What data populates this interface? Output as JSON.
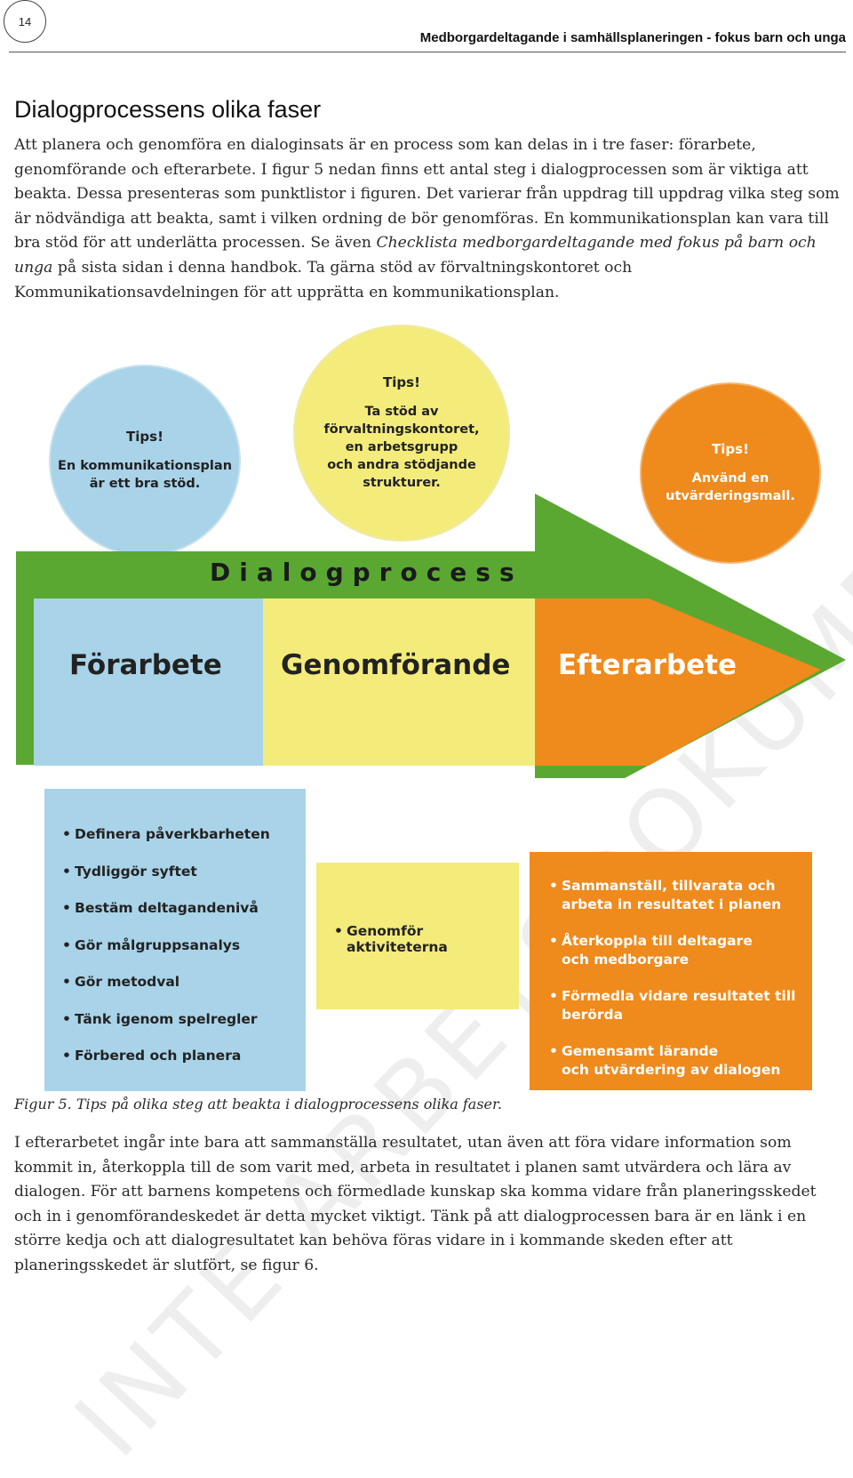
{
  "header": {
    "page_number": "14",
    "running_title": "Medborgardeltagande i samhällsplaneringen - fokus barn och unga"
  },
  "section": {
    "title": "Dialogprocessens olika faser"
  },
  "intro": {
    "text_a": "Att planera och genomföra en dialoginsats är en process som kan delas in i tre faser: förarbete, genomförande och efterarbete. I figur 5 nedan finns ett antal steg i dialogprocessen som är viktiga att beakta. Dessa presenteras som punktlistor i figuren. Det varierar från uppdrag till uppdrag vilka steg som är nödvändiga att beakta, samt i vilken ordning de bör genomföras. En kommunikationsplan kan vara till bra stöd för att underlätta processen. Se även ",
    "text_em": "Checklista medborgardeltagande med fokus på barn och unga",
    "text_b": " på sista sidan i denna handbok. Ta gärna stöd av förvaltningskontoret och Kommunikationsavdelningen för att upprätta en kommunikationsplan."
  },
  "figure": {
    "tips": [
      {
        "label": "Tips!",
        "text": "En kommunikationsplan\när ett bra stöd."
      },
      {
        "label": "Tips!",
        "text": "Ta stöd av\nförvaltningskontoret,\nen arbetsgrupp\noch andra stödjande\nstrukturer."
      },
      {
        "label": "Tips!",
        "text": "Använd en\nutvärderingsmall."
      }
    ],
    "process_title": "Dialogprocess",
    "phases": [
      "Förarbete",
      "Genomförande",
      "Efterarbete"
    ],
    "forarbete_steps": [
      "Definera påverkbarheten",
      "Tydliggör syftet",
      "Bestäm deltagandenivå",
      "Gör målgruppsanalys",
      "Gör metodval",
      "Tänk igenom spelregler",
      "Förbered och planera"
    ],
    "genomforande_steps": [
      "Genomför aktiviteterna"
    ],
    "efterarbete_steps": [
      "Sammanställ, tillvarata och\narbeta in resultatet i planen",
      "Återkoppla till deltagare\noch medborgare",
      "Förmedla vidare resultatet till\nberörda",
      "Gemensamt lärande\noch utvärdering av dialogen"
    ],
    "caption": "Figur 5. Tips på olika steg att beakta i dialogprocessens olika faser.",
    "watermark": "INTE ARBETSDOKUMENT",
    "colors": {
      "green": "#5aa832",
      "blue": "#a9d3e8",
      "yellow": "#f4ec7a",
      "orange": "#ef8a1c"
    }
  },
  "closing": {
    "text": "I efterarbetet ingår inte bara att sammanställa resultatet, utan även att föra vidare information som kommit in, återkoppla till de som varit med, arbeta in resultatet i planen samt utvärdera och lära av dialogen. För att barnens kompetens och förmedlade kunskap ska komma vidare från planeringsskedet och in i genomförandeskedet är detta mycket viktigt. Tänk på att dialogprocessen bara är en länk i en större kedja och att dialogresultatet kan behöva föras vidare in i kommande skeden efter att planeringsskedet är slutfört, se figur 6."
  }
}
